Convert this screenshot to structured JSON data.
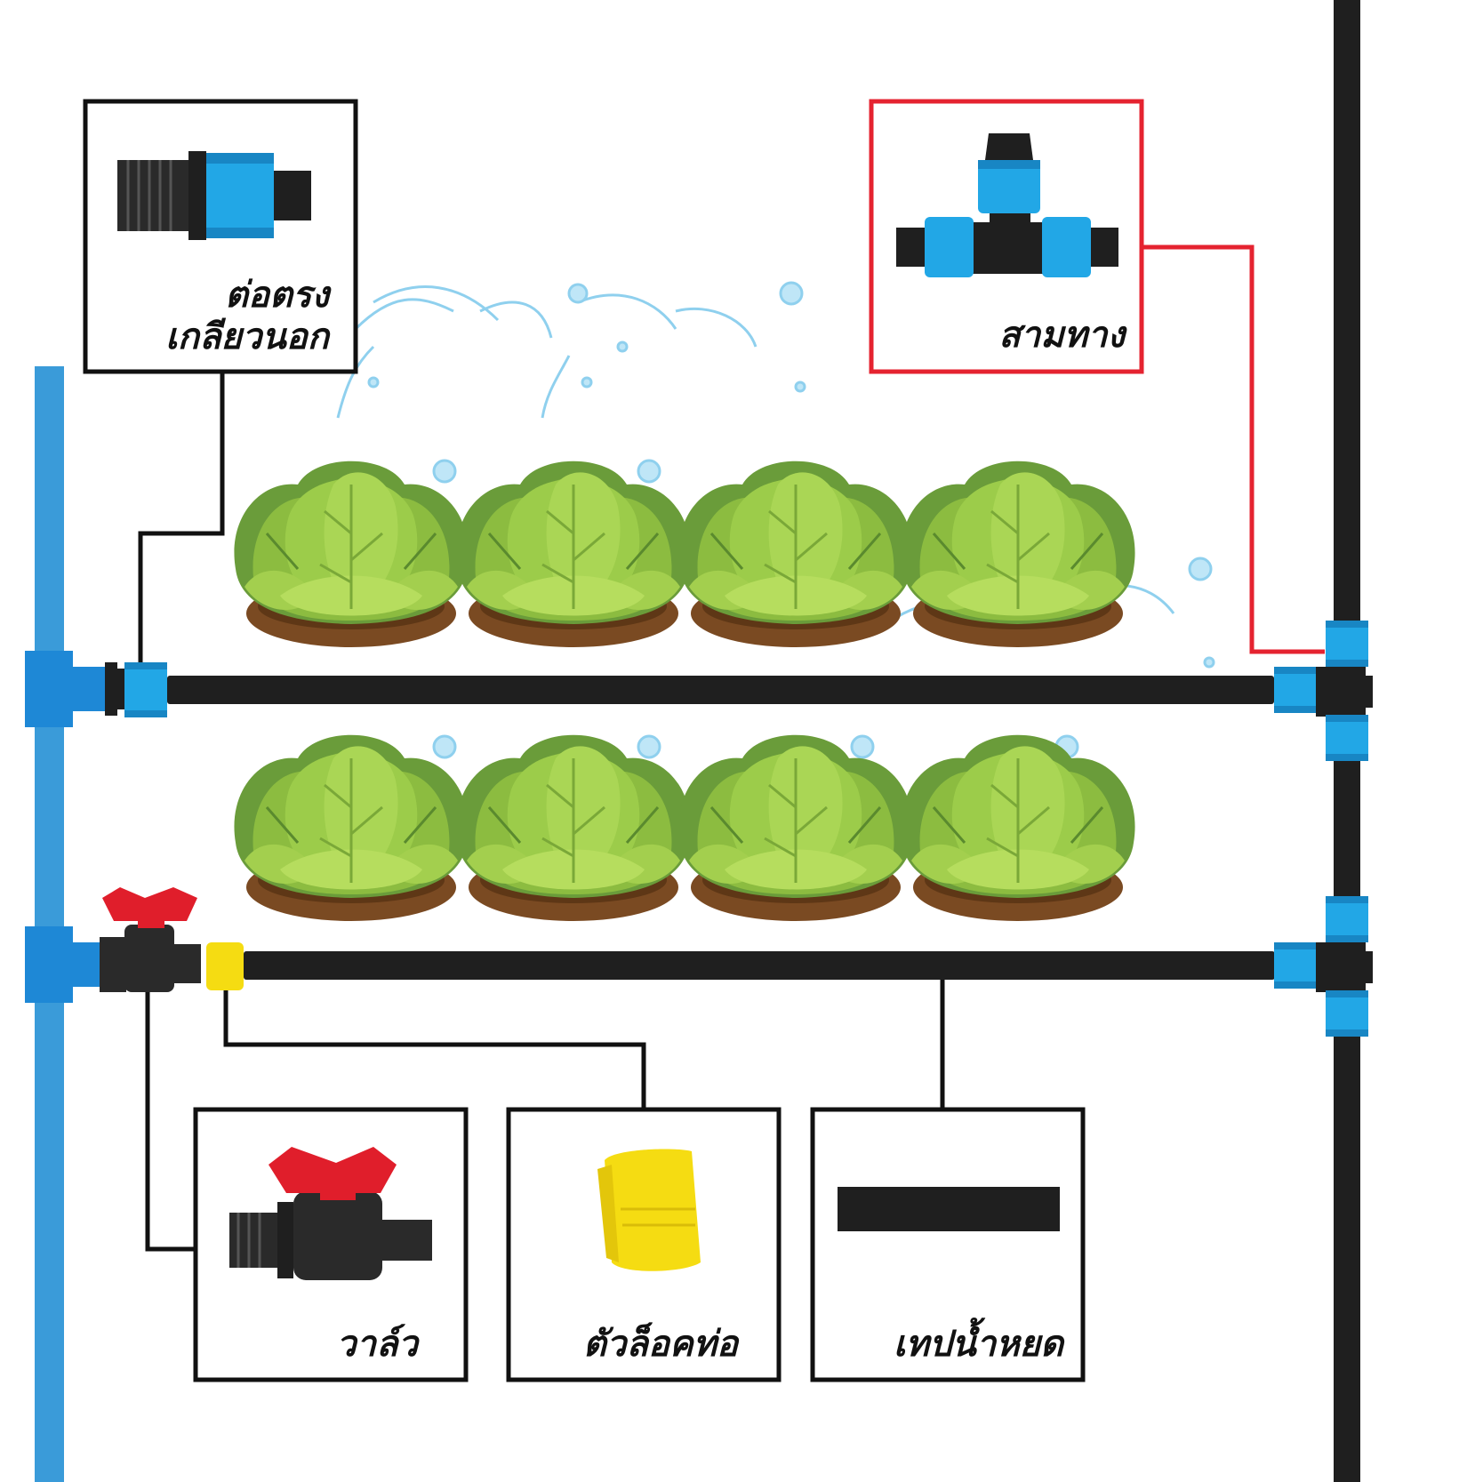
{
  "colors": {
    "background": "#ffffff",
    "black_pipe": "#1f1f1f",
    "blue_main_pipe": "#3a9bd9",
    "blue_fitting": "#1e88d6",
    "light_blue_fitting": "#22a7e6",
    "red_valve": "#e01e2b",
    "yellow_cap": "#f5dc12",
    "lettuce_dark": "#6a9c3a",
    "lettuce_light": "#9ccc4a",
    "soil": "#7a4a22",
    "water": "#9fd7f0",
    "callout_red": "#e52330",
    "callout_black": "#111111"
  },
  "callouts": {
    "straight_connector": {
      "line1": "ต่อตรง",
      "line2": "เกลียวนอก",
      "icon": "male-thread-connector-icon"
    },
    "tee": {
      "label": "สามทาง",
      "icon": "tee-connector-icon"
    },
    "valve": {
      "label": "วาล์ว",
      "icon": "mini-valve-icon"
    },
    "end_cap": {
      "label": "ตัวล็อคท่อ",
      "icon": "end-cap-icon"
    },
    "drip_tape": {
      "label": "เทปน้ำหยด",
      "icon": "drip-tape-icon"
    }
  },
  "plants": {
    "rows": 2,
    "per_row": 4,
    "icon": "lettuce-icon"
  }
}
